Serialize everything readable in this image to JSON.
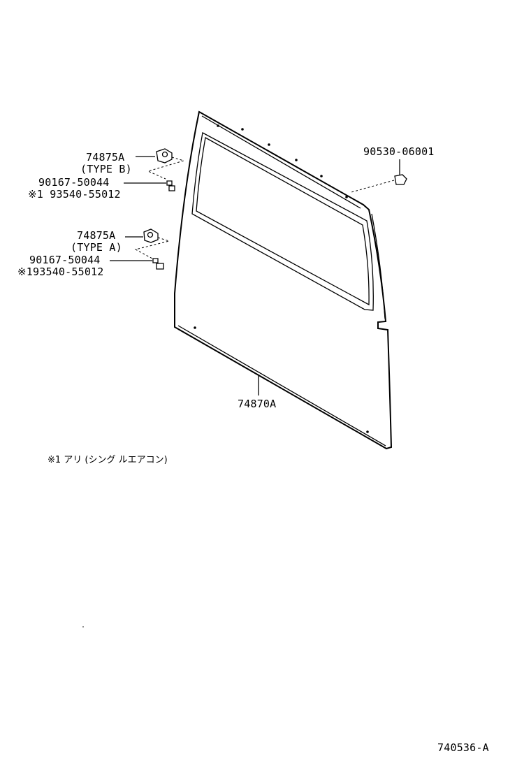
{
  "diagram": {
    "parts": {
      "board_main": "74870A",
      "hook_type_b": {
        "number": "74875A",
        "type": "(TYPE B)"
      },
      "screw_upper": "90167-50044",
      "clip_upper": "※1 93540-55012",
      "hook_type_a": {
        "number": "74875A",
        "type": "(TYPE A)"
      },
      "screw_lower": "90167-50044",
      "clip_lower": "※193540-55012",
      "clip_right": "90530-06001"
    },
    "footnote": "※1 アリ (シング ルエアコン)",
    "figure_code": "740536-A"
  }
}
